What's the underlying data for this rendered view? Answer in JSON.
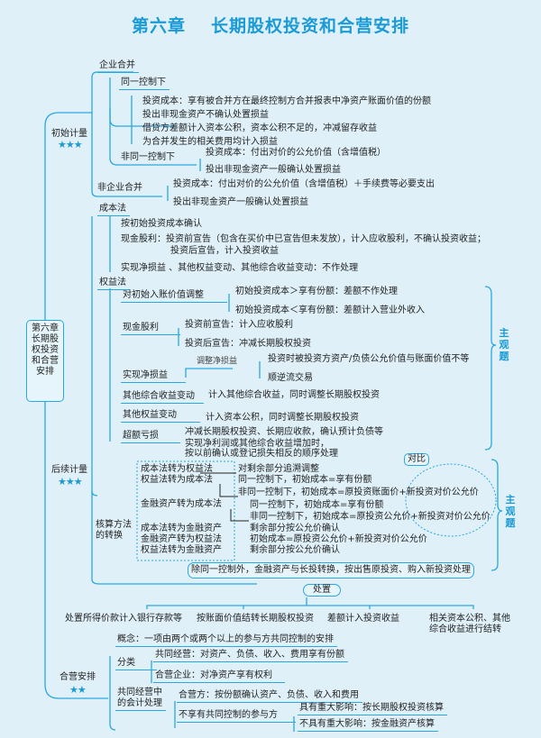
{
  "title": {
    "chapter": "第六章",
    "name": "长期股权投资和合营安排"
  },
  "root": {
    "label": [
      "第六章",
      "长期股",
      "权投资",
      "和合营",
      "安排"
    ]
  },
  "initial": {
    "label": "初始计量",
    "stars": "★★★",
    "merger": "企业合并",
    "same": "同一控制下",
    "same_items": [
      "投资成本：享有被合并方在最终控制方合并报表中净资产账面价值的份额",
      "投出非现金资产不确认处置损益",
      "借贷方差额计入资本公积，资本公积不足的，冲减留存收益",
      "为合并发生的相关费用均计入损益"
    ],
    "diff": "非同一控制下",
    "diff_items": [
      "投资成本：付出对价的公允价值（含增值税）",
      "投出非现金资产一般确认处置损益"
    ],
    "nonmerger": "非企业合并",
    "nonmerger_items": [
      "投资成本：付出对价的公允价值（含增值税）＋手续费等必要支出",
      "投出非现金资产一般确认处置损益"
    ]
  },
  "subsequent": {
    "label": "后续计量",
    "stars": "★★★",
    "cost": "成本法",
    "cost_items": [
      "按初始投资成本确认",
      "现金股利：投资前宣告（包含在买价中已宣告但未发放），计入应收股利，不确认投资收益；",
      "投资后宣告，计入投资收益",
      "实现净损益 、其他权益变动、其他综合收益变动：不作处理"
    ],
    "equity": "权益法",
    "adjust": "对初始入账价值调整",
    "adjust_items": [
      "初始投资成本＞享有份额：差额不作处理",
      "初始投资成本＜享有份额：差额计入营业外收入"
    ],
    "dividend": "现金股利",
    "dividend_items": [
      "投资前宣告：计入应收股利",
      "投资后宣告：冲减长期股权投资"
    ],
    "profit": "实现净损益",
    "profit_adjust": "调整净损益",
    "profit_items": [
      "投资时被投资方资产/负债公允价值与账面价值不等",
      "顺逆流交易"
    ],
    "oci": "其他综合收益变动",
    "oci_item": "计入其他综合收益，同时调整长期股权投资",
    "other_eq": "其他权益变动",
    "other_eq_item": "计入资本公积，同时调整长期股权投资",
    "excess": "超额亏损",
    "excess_items": [
      "冲减长期股权投资、长期应收款，确认预计负债等",
      "实现净利润或其他综合收益增加时，",
      "按以前确认或登记损失相反的顺序处理"
    ],
    "subjective": "主观题",
    "conv": [
      "核算方法",
      "的转换"
    ],
    "compare": "对比",
    "conv_left": [
      "成本法转为权益法",
      "权益法转为成本法",
      "金融资产转为成本法",
      "成本法转为金融资产",
      "金融资产转为权益法",
      "权益法转为金融资产"
    ],
    "conv_right": [
      "对剩余部分追溯调整",
      "同一控制下，初始成本=享有份额",
      "非同一控制下，初始成本=原投资账面价+新投资对价公允价",
      "同一控制下，初始成本=享有份额",
      "非同一控制下，初始成本=原投资公允价+新投资对价公允价",
      "剩余部分按公允价确认",
      "初始成本=原投资公允价+新投资对价公允价",
      "剩余部分按公允价确认"
    ],
    "note": "除同一控制外，金融资产与长投转换，按出售原投资、购入新投资处理",
    "subjective2": "主观题"
  },
  "disposal": {
    "label": "处置",
    "items": [
      "处置所得价款计入银行存款等",
      "按账面价值结转长期股权投资",
      "差额计入投资收益",
      "相关资本公积、其他",
      "综合收益进行结转"
    ]
  },
  "joint": {
    "label": "合营安排",
    "stars": "★★",
    "concept": "概念：一项由两个或两个以上的参与方共同控制的安排",
    "class": "分类",
    "class_items": [
      "共同经营：对资产、负债、收入、费用享有份额",
      "合营企业：对净资产享有权利"
    ],
    "acct": [
      "共同经营中",
      "的会计处理"
    ],
    "party": "合营方：按份额确认资产、负债、收入和费用",
    "nonparty": "不享有共同控制的参与方",
    "nonparty_items": [
      "具有重大影响：按长期股权投资核算",
      "不具有重大影响：按金融资产核算"
    ]
  },
  "colors": {
    "accent": "#29a8e0",
    "title": "#1a9ad6",
    "background": "#dff0f8"
  }
}
